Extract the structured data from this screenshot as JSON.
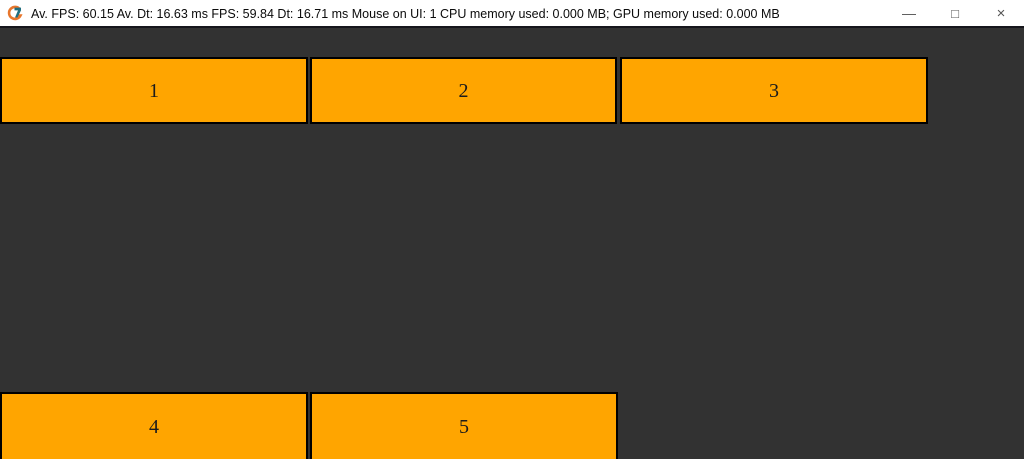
{
  "title_bar": {
    "title": "Av. FPS: 60.15 Av. Dt: 16.63 ms FPS: 59.84 Dt: 16.71 ms Mouse on UI: 1 CPU memory used: 0.000 MB; GPU memory used: 0.000 MB",
    "stats": {
      "av_fps": "60.15",
      "av_dt": "16.63 ms",
      "fps": "59.84",
      "dt": "16.71 ms",
      "mouse_on_ui": "1",
      "cpu_memory_used": "0.000 MB",
      "gpu_memory_used": "0.000 MB"
    },
    "controls": {
      "minimize_glyph": "—",
      "maximize_glyph": "□",
      "close_glyph": "×"
    }
  },
  "main": {
    "panels": [
      {
        "label": "1"
      },
      {
        "label": "2"
      },
      {
        "label": "3"
      },
      {
        "label": "4"
      },
      {
        "label": "5"
      }
    ]
  },
  "colors": {
    "panel_fill": "#FFA500",
    "panel_border": "#000000",
    "canvas_background": "#323232",
    "titlebar_background": "#FFFFFF",
    "icon_teal": "#1f6f80",
    "icon_orange": "#e8762c"
  }
}
